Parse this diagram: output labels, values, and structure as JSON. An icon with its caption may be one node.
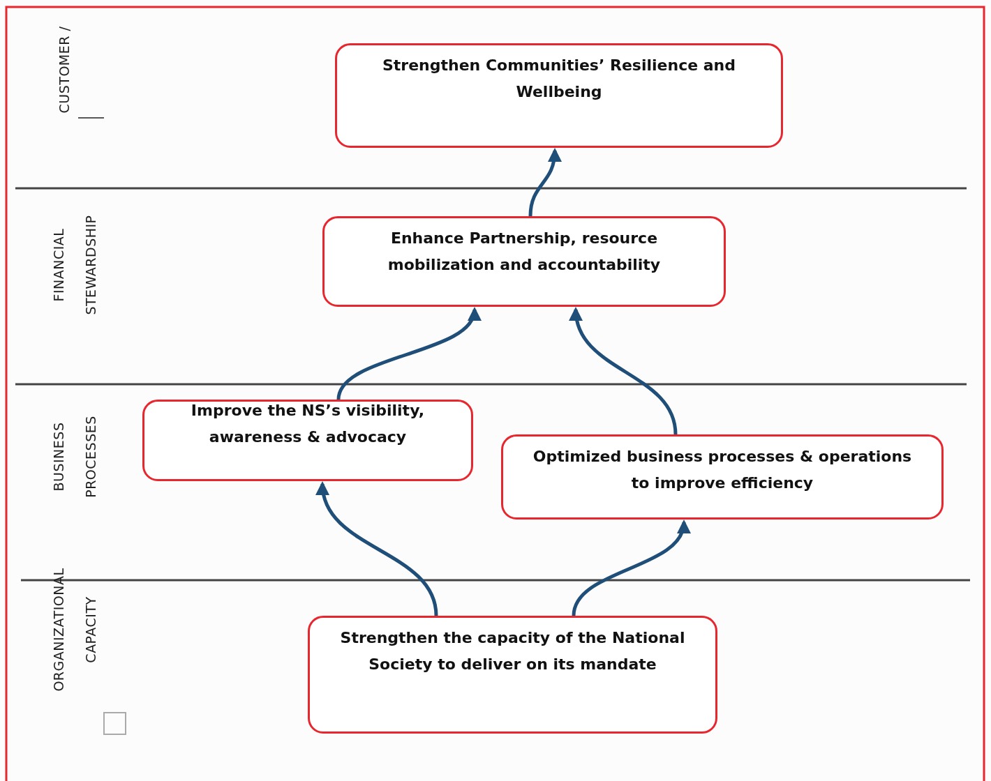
{
  "diagram": {
    "nodes": [
      {
        "text": [
          "Strengthen Communities’ Resilience and Wellbeing"
        ]
      },
      {
        "text": [
          "Enhance Partnership, resource mobilization and accountability"
        ]
      },
      {
        "text": [
          "Improve the NS’s visibility, awareness & advocacy"
        ]
      },
      {
        "text": [
          "Optimized business processes & operations to improve efficiency"
        ]
      },
      {
        "text": [
          "Strengthen the capacity of the National Society to deliver on its mandate"
        ]
      }
    ],
    "edges": [
      {
        "from": 1,
        "to": 0,
        "arrow": "to"
      },
      {
        "from": 2,
        "to": 1,
        "arrow": "to"
      },
      {
        "from": 3,
        "to": 1,
        "arrow": "to"
      },
      {
        "from": 4,
        "to": 2,
        "arrow": "to"
      },
      {
        "from": 4,
        "to": 3,
        "arrow": "to"
      }
    ],
    "labels": [
      "CUSTOMER /",
      "FINANCIAL STEWARDSHIP",
      "BUSINESS PROCESSES",
      "ORGANIZATIONAL CAPACITY"
    ]
  }
}
